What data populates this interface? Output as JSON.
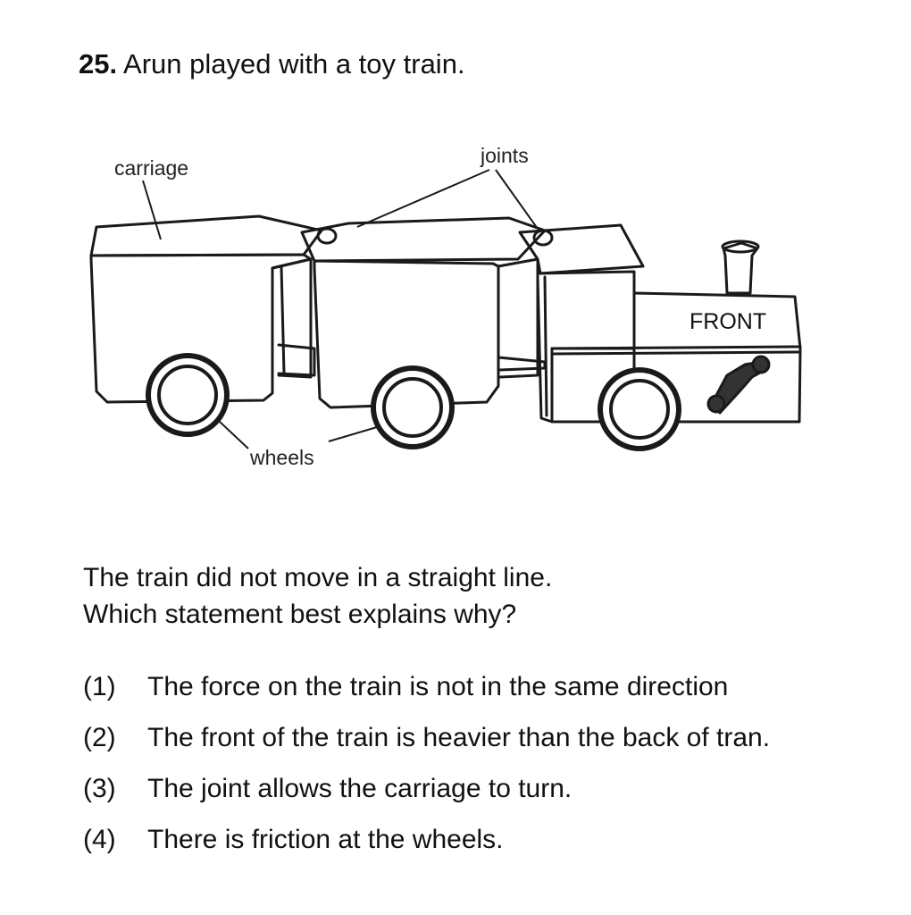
{
  "question": {
    "number": "25.",
    "title": "Arun played with a toy train."
  },
  "figure": {
    "labels": {
      "carriage": "carriage",
      "joints": "joints",
      "wheels": "wheels",
      "front": "FRONT"
    }
  },
  "prompt": {
    "line1": "The train did not move in a straight line.",
    "line2": "Which statement best explains why?"
  },
  "options": [
    {
      "num": "(1)",
      "text": "The force on the train is not in the same direction"
    },
    {
      "num": "(2)",
      "text": "The front of the train is heavier than the back of tran."
    },
    {
      "num": "(3)",
      "text": "The joint allows the carriage to turn."
    },
    {
      "num": "(4)",
      "text": "There is friction at the wheels."
    }
  ]
}
